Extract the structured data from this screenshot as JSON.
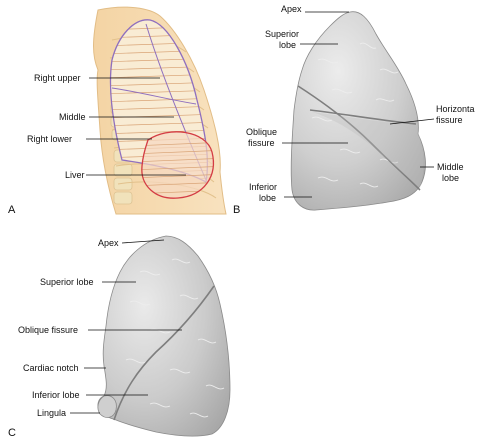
{
  "panels": {
    "A": {
      "letter": "A",
      "labels": {
        "right_upper": "Right upper",
        "middle": "Middle",
        "right_lower": "Right lower",
        "liver": "Liver"
      }
    },
    "B": {
      "letter": "B",
      "labels": {
        "apex": "Apex",
        "superior_lobe_1": "Superior",
        "superior_lobe_2": "lobe",
        "horizontal_fissure_1": "Horizonta",
        "horizontal_fissure_2": "fissure",
        "oblique_fissure_1": "Oblique",
        "oblique_fissure_2": "fissure",
        "middle_lobe_1": "Middle",
        "middle_lobe_2": "lobe",
        "inferior_lobe_1": "Inferior",
        "inferior_lobe_2": "lobe"
      }
    },
    "C": {
      "letter": "C",
      "labels": {
        "apex": "Apex",
        "superior_lobe": "Superior lobe",
        "oblique_fissure": "Oblique fissure",
        "cardiac_notch": "Cardiac notch",
        "inferior_lobe": "Inferior lobe",
        "lingula": "Lingula"
      }
    }
  },
  "colors": {
    "skin": "#f6dcb2",
    "bone": "#f1e2bb",
    "lung_outline": "#8f6fbe",
    "liver_outline": "#d43c44",
    "lung_surface": "#c4c4c4",
    "lung_highlight": "#ececec"
  }
}
